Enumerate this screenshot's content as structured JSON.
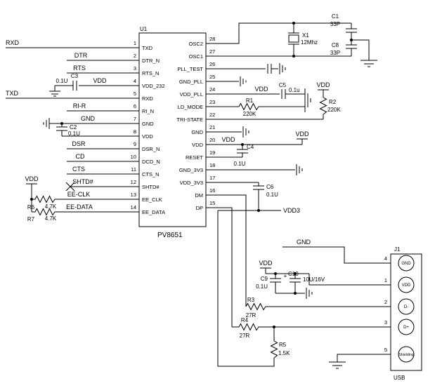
{
  "ic": {
    "ref": "U1",
    "part": "PV8651",
    "left_pins": [
      {
        "num": "1",
        "name": "TXD"
      },
      {
        "num": "2",
        "name": "DTR_N"
      },
      {
        "num": "3",
        "name": "RTS_N"
      },
      {
        "num": "4",
        "name": "VDD_232"
      },
      {
        "num": "5",
        "name": "RXD"
      },
      {
        "num": "6",
        "name": "RI_N"
      },
      {
        "num": "7",
        "name": "GND"
      },
      {
        "num": "8",
        "name": "VDD"
      },
      {
        "num": "9",
        "name": "DSR_N"
      },
      {
        "num": "10",
        "name": "DCD_N"
      },
      {
        "num": "11",
        "name": "CTS_N"
      },
      {
        "num": "12",
        "name": "SHTD#"
      },
      {
        "num": "13",
        "name": "EE_CLK"
      },
      {
        "num": "14",
        "name": "EE_DATA"
      }
    ],
    "right_pins": [
      {
        "num": "28",
        "name": "OSC2"
      },
      {
        "num": "27",
        "name": "OSC1"
      },
      {
        "num": "26",
        "name": "PLL_TEST"
      },
      {
        "num": "25",
        "name": "GND_PLL"
      },
      {
        "num": "24",
        "name": "VDD_PLL"
      },
      {
        "num": "23",
        "name": "LD_MODE"
      },
      {
        "num": "22",
        "name": "TRI-STATE"
      },
      {
        "num": "21",
        "name": "GND"
      },
      {
        "num": "20",
        "name": "VDD"
      },
      {
        "num": "19",
        "name": "RESET"
      },
      {
        "num": "18",
        "name": "GND_3V3"
      },
      {
        "num": "17",
        "name": "VDD_3V3"
      },
      {
        "num": "16",
        "name": "DM"
      },
      {
        "num": "15",
        "name": "DP"
      }
    ]
  },
  "nets": {
    "rxd": "RXD",
    "txd": "TXD",
    "dtr": "DTR",
    "rts": "RTS",
    "ri_r": "RI-R",
    "dsr": "DSR",
    "cd": "CD",
    "cts": "CTS",
    "shtd": "SHTD#",
    "ee_clk": "EE-CLK",
    "ee_data": "EE-DATA",
    "vdd": "VDD",
    "vdd3": "VDD3",
    "gnd": "GND"
  },
  "parts": {
    "x1": {
      "ref": "X1",
      "value": "12Mhz"
    },
    "c1": {
      "ref": "C1",
      "value": "33P"
    },
    "c8": {
      "ref": "C8",
      "value": "33P"
    },
    "c2": {
      "ref": "C2",
      "value": "0.1U"
    },
    "c3": {
      "ref": "C3",
      "value": "0.1U"
    },
    "c4": {
      "ref": "C4",
      "value": "0.1U"
    },
    "c5": {
      "ref": "C5",
      "value": "0.1u"
    },
    "c6": {
      "ref": "C6",
      "value": "0.1U"
    },
    "c9": {
      "ref": "C9",
      "value": "0.1U"
    },
    "c10": {
      "ref": "C10",
      "value": "10U/16V",
      "polarity": "+"
    },
    "r1": {
      "ref": "R1",
      "value": "220K"
    },
    "r2": {
      "ref": "R2",
      "value": "220K"
    },
    "r3": {
      "ref": "R3",
      "value": "27R"
    },
    "r4": {
      "ref": "R4",
      "value": "27R"
    },
    "r5": {
      "ref": "R5",
      "value": "1.5K"
    },
    "r6": {
      "ref": "R6",
      "value": "4.7K"
    },
    "r7": {
      "ref": "R7",
      "value": "4.7K"
    },
    "j1": {
      "ref": "J1",
      "name": "USB",
      "pins": [
        {
          "num": "4",
          "name": "GND"
        },
        {
          "num": "1",
          "name": "VDD"
        },
        {
          "num": "2",
          "name": "D-"
        },
        {
          "num": "3",
          "name": "D+"
        },
        {
          "num": "5",
          "name": "Shielding"
        }
      ]
    }
  },
  "colors": {
    "part_label": "#0033cc",
    "wire": "#000000"
  }
}
